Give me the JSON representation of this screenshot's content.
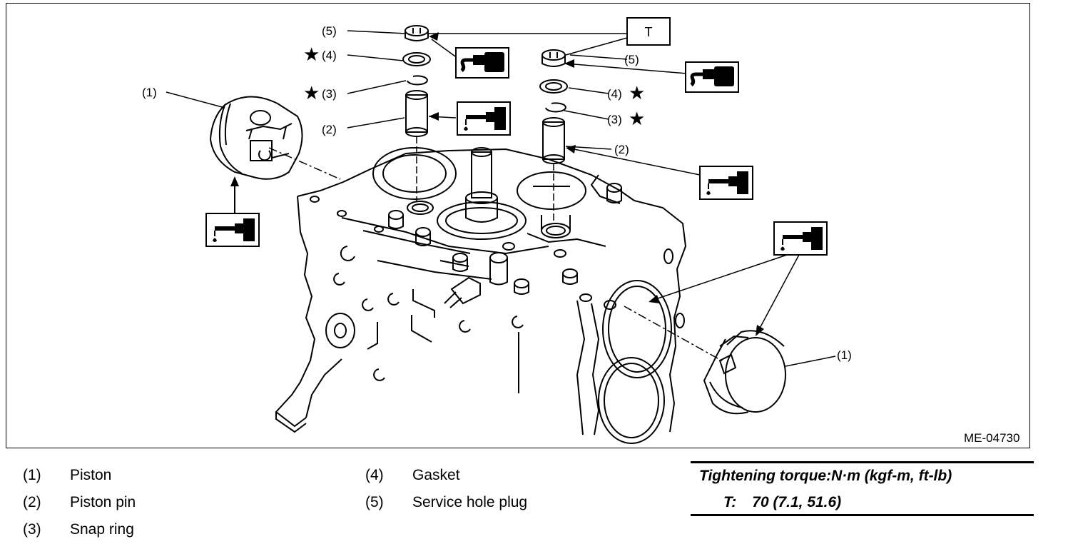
{
  "figure": {
    "id_label": "ME-04730",
    "callouts": {
      "left_piston": "(1)",
      "right_piston": "(1)",
      "left_pin": "(2)",
      "right_pin": "(2)",
      "left_snap_ring": "(3)",
      "right_snap_ring": "(3)",
      "left_gasket": "(4)",
      "right_gasket": "(4)",
      "left_plug": "(5)",
      "right_plug": "(5)",
      "torque_box": "T",
      "star": "★"
    },
    "icons": [
      "oil-can-icon",
      "grease-tube-icon",
      "star-icon"
    ]
  },
  "legend": {
    "left": [
      {
        "num": "(1)",
        "label": "Piston"
      },
      {
        "num": "(2)",
        "label": "Piston pin"
      },
      {
        "num": "(3)",
        "label": "Snap ring"
      }
    ],
    "middle": [
      {
        "num": "(4)",
        "label": "Gasket"
      },
      {
        "num": "(5)",
        "label": "Service hole plug"
      }
    ]
  },
  "torque": {
    "heading": "Tightening torque:N·m (kgf-m, ft-lb)",
    "symbol": "T:",
    "value": "70 (7.1, 51.6)"
  }
}
